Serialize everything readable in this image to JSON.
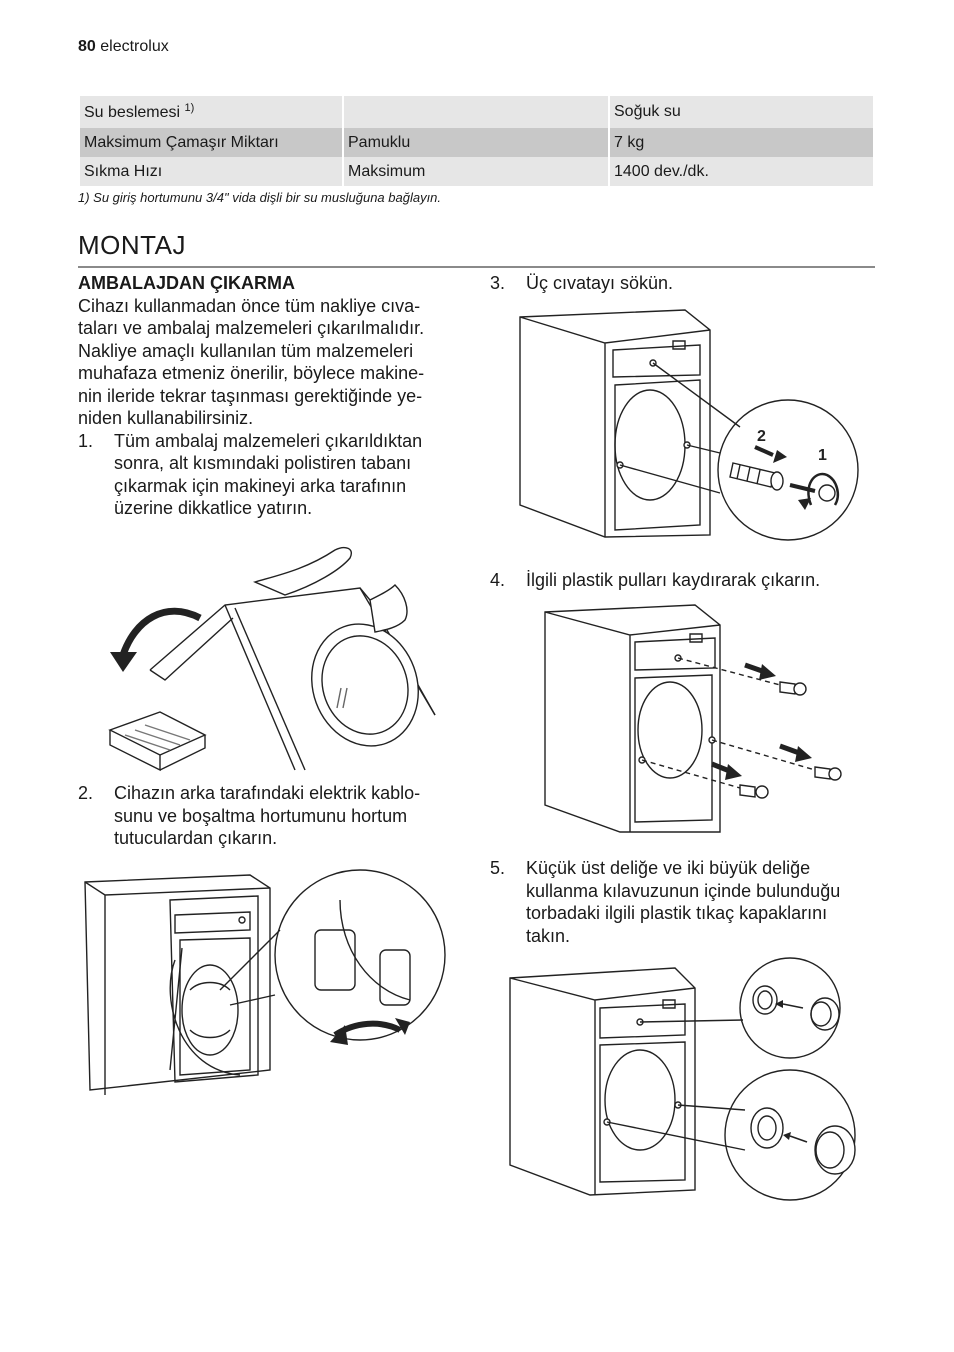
{
  "header": {
    "page_number": "80",
    "brand": "electrolux"
  },
  "spec_table": {
    "rows": [
      {
        "label": "Su beslemesi ",
        "label_sup": "1)",
        "mid": "",
        "value": "Soğuk su"
      },
      {
        "label": "Maksimum Çamaşır Miktarı",
        "mid": "Pamuklu",
        "value": "7 kg"
      },
      {
        "label": "Sıkma Hızı",
        "mid": "Maksimum",
        "value": "1400 dev./dk."
      }
    ],
    "footnote": "1) Su giriş hortumunu 3/4\" vida dişli bir su musluğuna bağlayın."
  },
  "section": {
    "title": "MONTAJ"
  },
  "unpacking": {
    "heading": "AMBALAJDAN ÇIKARMA",
    "intro": "Cihazı kullanmadan önce tüm nakliye cıva-taları ve ambalaj malzemeleri çıkarılmalıdır. Nakliye amaçlı kullanılan tüm malzemeleri muhafaza etmeniz önerilir, böylece makine-nin ileride tekrar taşınması gerektiğinde ye-niden kullanabilirsiniz.",
    "intro_lines": [
      "Cihazı kullanmadan önce tüm nakliye cıva-",
      "taları ve ambalaj malzemeleri çıkarılmalıdır.",
      "Nakliye amaçlı kullanılan tüm malzemeleri",
      "muhafaza etmeniz önerilir, böylece makine-",
      "nin ileride tekrar taşınması gerektiğinde ye-",
      "niden kullanabilirsiniz."
    ],
    "steps": [
      {
        "num": "1.",
        "lines": [
          "Tüm ambalaj malzemeleri çıkarıldıktan",
          "sonra, alt kısmındaki polistiren tabanı",
          "çıkarmak için makineyi arka tarafının",
          "üzerine dikkatlice yatırın."
        ]
      },
      {
        "num": "2.",
        "lines": [
          "Cihazın arka tarafındaki elektrik kablo-",
          "sunu ve boşaltma hortumunu hortum",
          "tutuculardan çıkarın."
        ]
      },
      {
        "num": "3.",
        "lines": [
          "Üç cıvatayı sökün."
        ]
      },
      {
        "num": "4.",
        "lines": [
          "İlgili plastik pulları kaydırarak çıkarın."
        ]
      },
      {
        "num": "5.",
        "lines": [
          "Küçük üst deliğe ve iki büyük deliğe",
          "kullanma kılavuzunun içinde bulunduğu",
          "torbadaki ilgili plastik tıkaç kapaklarını",
          "takın."
        ]
      }
    ]
  },
  "figure_labels": {
    "callout_2": "2",
    "callout_1": "1"
  },
  "icons": [
    "tilt-arrow-icon",
    "hand-icon",
    "rotate-arrow-icon",
    "slide-arrow-icon"
  ]
}
